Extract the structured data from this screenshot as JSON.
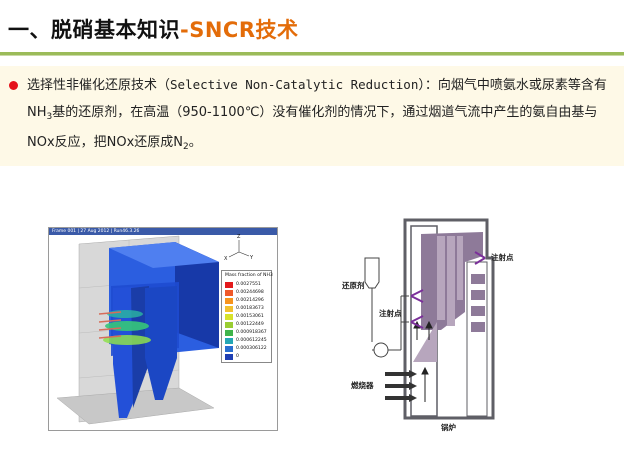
{
  "header": {
    "title_main": "一、脱硝基本知识",
    "title_accent": "-SNCR技术"
  },
  "intro": {
    "p1": "选择性非催化还原技术（",
    "p1_en": "Selective Non-Catalytic Reduction",
    "p2": "）：向烟气中喷氨水或尿素等含有NH",
    "sub3": "3",
    "p3": "基的还原剂，在高温（950-1100℃）没有催化剂的情况下，通过烟道气流中产生的氨自由基与NOx反应，把NOx还原成N",
    "sub2": "2",
    "p4": "。"
  },
  "simulation_figure": {
    "status_bar": "Frame 001 | 27 Aug 2012 | Run46.3.26",
    "legend_title": "Mass fraction of NH3",
    "legend_values": [
      "0.0027551",
      "0.00244698",
      "0.00214296",
      "0.00183673",
      "0.00153061",
      "0.00122449",
      "0.000918367",
      "0.000612245",
      "0.000306122",
      "0"
    ],
    "legend_colors": [
      "#e31a1c",
      "#f0592a",
      "#f7941d",
      "#f2c12e",
      "#d7e22a",
      "#9acd32",
      "#3fb44a",
      "#24a7b5",
      "#2a6fd1",
      "#1f3fb3"
    ],
    "axis_labels": [
      "Z",
      "Y",
      "X"
    ],
    "colors": {
      "furnace": "#1f4fd6",
      "furnace_side": "#1539a8",
      "plume": "#2fc06a"
    }
  },
  "boiler_diagram": {
    "reductant_label": "还原剂",
    "injection_upper": "注射点",
    "injection_mid": "注射点",
    "burner_label": "燃烧器",
    "boiler_label": "锅炉",
    "colors": {
      "wall": "#5f5f66",
      "chamber": "#8e7a99",
      "fill": "#b7a6bd",
      "arrow": "#7b2f9a",
      "flow": "#222222"
    }
  }
}
